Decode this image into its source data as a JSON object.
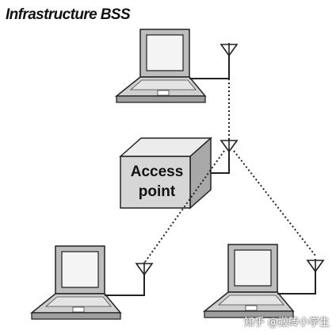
{
  "diagram": {
    "title": "Infrastructure BSS",
    "access_point": {
      "label_line1": "Access",
      "label_line2": "point"
    },
    "watermark": "知乎 @搬砖小学生",
    "colors": {
      "ink": "#222222",
      "box_front": "#d6d6d6",
      "box_top": "#ececec",
      "box_side": "#a8a8a8",
      "screen": "#f4f4f4"
    }
  }
}
